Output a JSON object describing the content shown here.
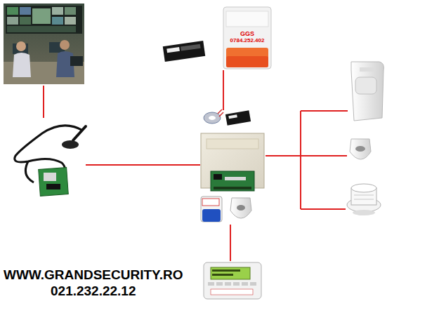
{
  "diagram": {
    "nodes": [
      {
        "text": [
          "GGS",
          "0784.252.402"
        ]
      }
    ],
    "labels": [
      "WWW.GRANDSECURITY.RO",
      "021.232.22.12"
    ]
  }
}
